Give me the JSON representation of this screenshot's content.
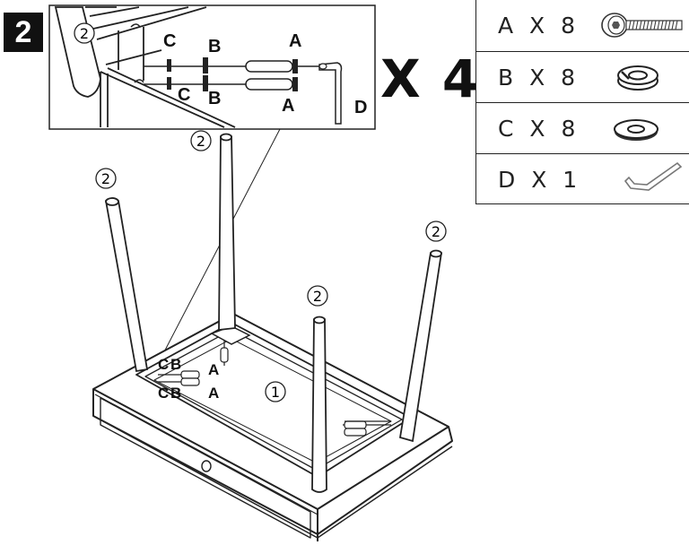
{
  "step": {
    "number": "2"
  },
  "detail": {
    "labels": [
      "A",
      "B",
      "C",
      "A",
      "B",
      "C",
      "D"
    ],
    "circle": "2"
  },
  "multiplier": "X 4",
  "parts": [
    {
      "label": "A X 8",
      "icon": "bolt-icon"
    },
    {
      "label": "B X 8",
      "icon": "spring-washer-icon"
    },
    {
      "label": "C X 8",
      "icon": "flat-washer-icon"
    },
    {
      "label": "D X 1",
      "icon": "allen-key-icon"
    }
  ],
  "main": {
    "leg_markers": [
      "2",
      "2",
      "2",
      "2"
    ],
    "top_marker": "1",
    "corner_labels": [
      "C",
      "B",
      "A",
      "C",
      "B",
      "A"
    ]
  }
}
